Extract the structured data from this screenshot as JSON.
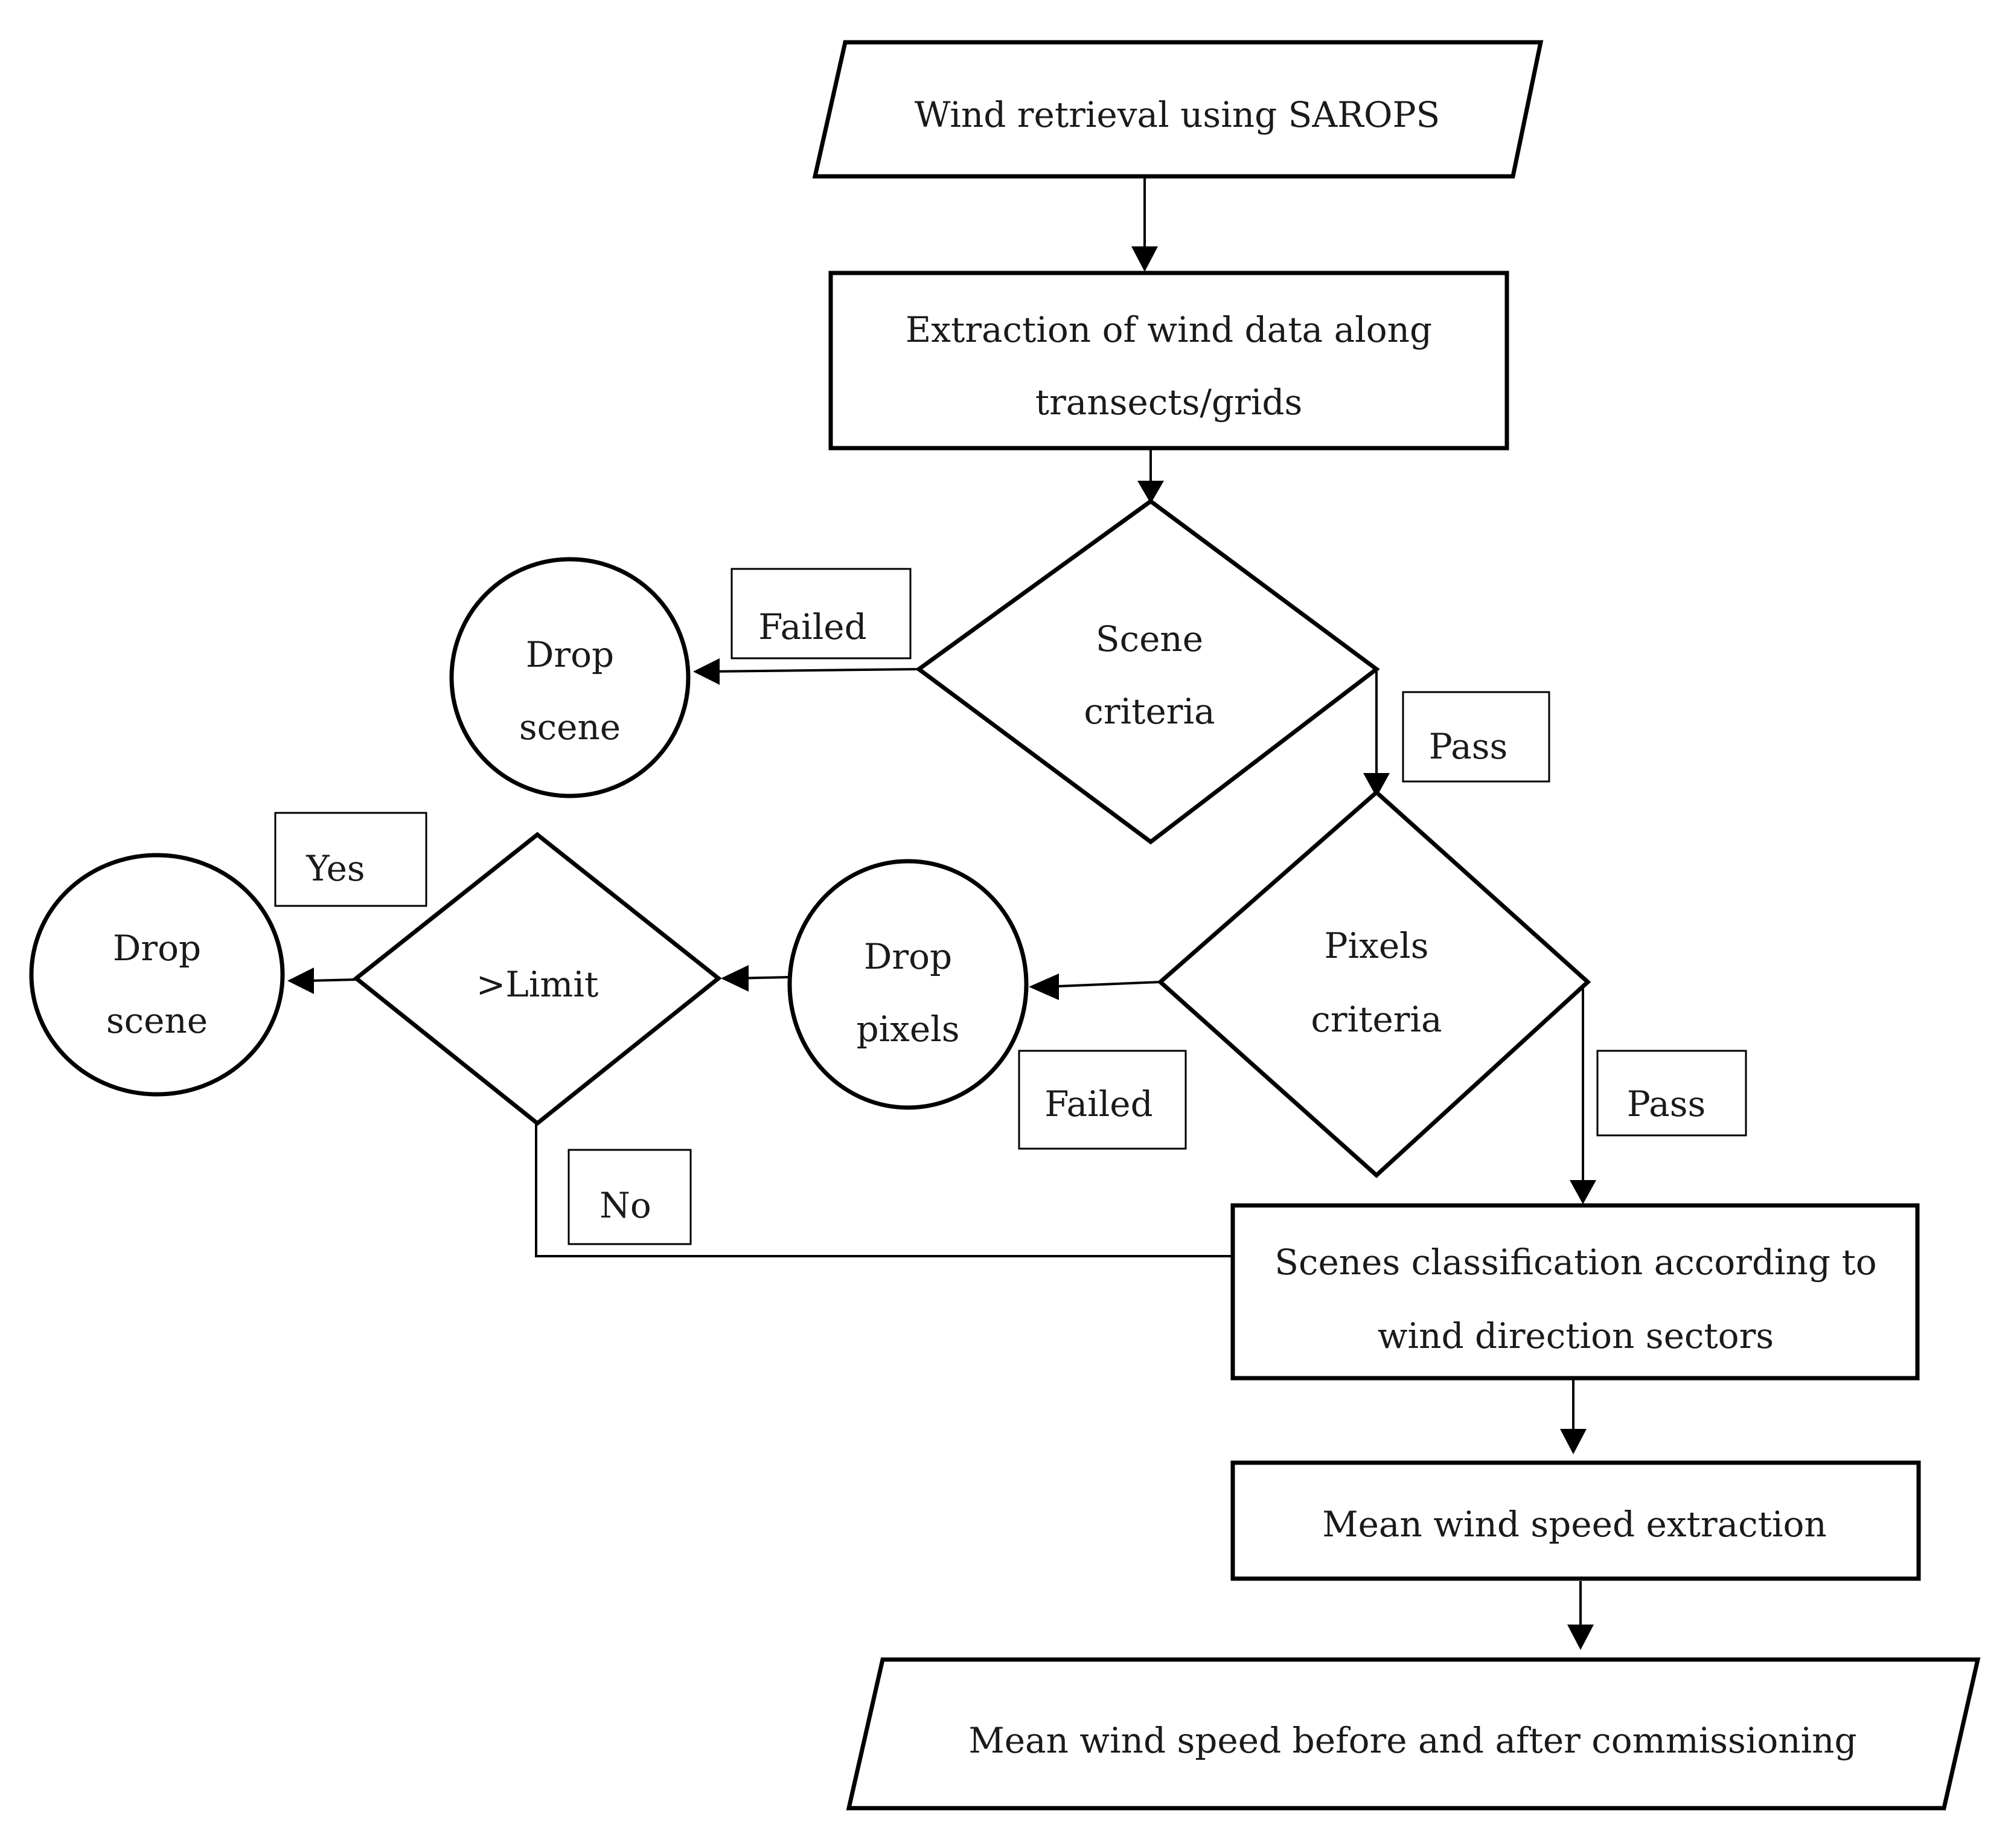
{
  "nodes": {
    "input": {
      "line1": "Wind retrieval  using SAROPS"
    },
    "extraction": {
      "line1": "Extraction of wind data along",
      "line2": "transects/grids"
    },
    "scene_criteria": {
      "line1": "Scene",
      "line2": "criteria"
    },
    "drop_scene_1": {
      "line1": "Drop",
      "line2": "scene"
    },
    "pixels_criteria": {
      "line1": "Pixels",
      "line2": "criteria"
    },
    "drop_pixels": {
      "line1": "Drop",
      "line2": "pixels"
    },
    "limit": {
      "line1": ">Limit"
    },
    "drop_scene_2": {
      "line1": "Drop",
      "line2": "scene"
    },
    "classification": {
      "line1": "Scenes classification according to",
      "line2": "wind direction sectors"
    },
    "mean_extraction": {
      "line1": "Mean wind speed extraction"
    },
    "output": {
      "line1": "Mean wind speed before and after commissioning"
    }
  },
  "edge_labels": {
    "scene_failed": "Failed",
    "scene_pass": "Pass",
    "pixels_failed": "Failed",
    "pixels_pass": "Pass",
    "limit_yes": "Yes",
    "limit_no": "No"
  }
}
